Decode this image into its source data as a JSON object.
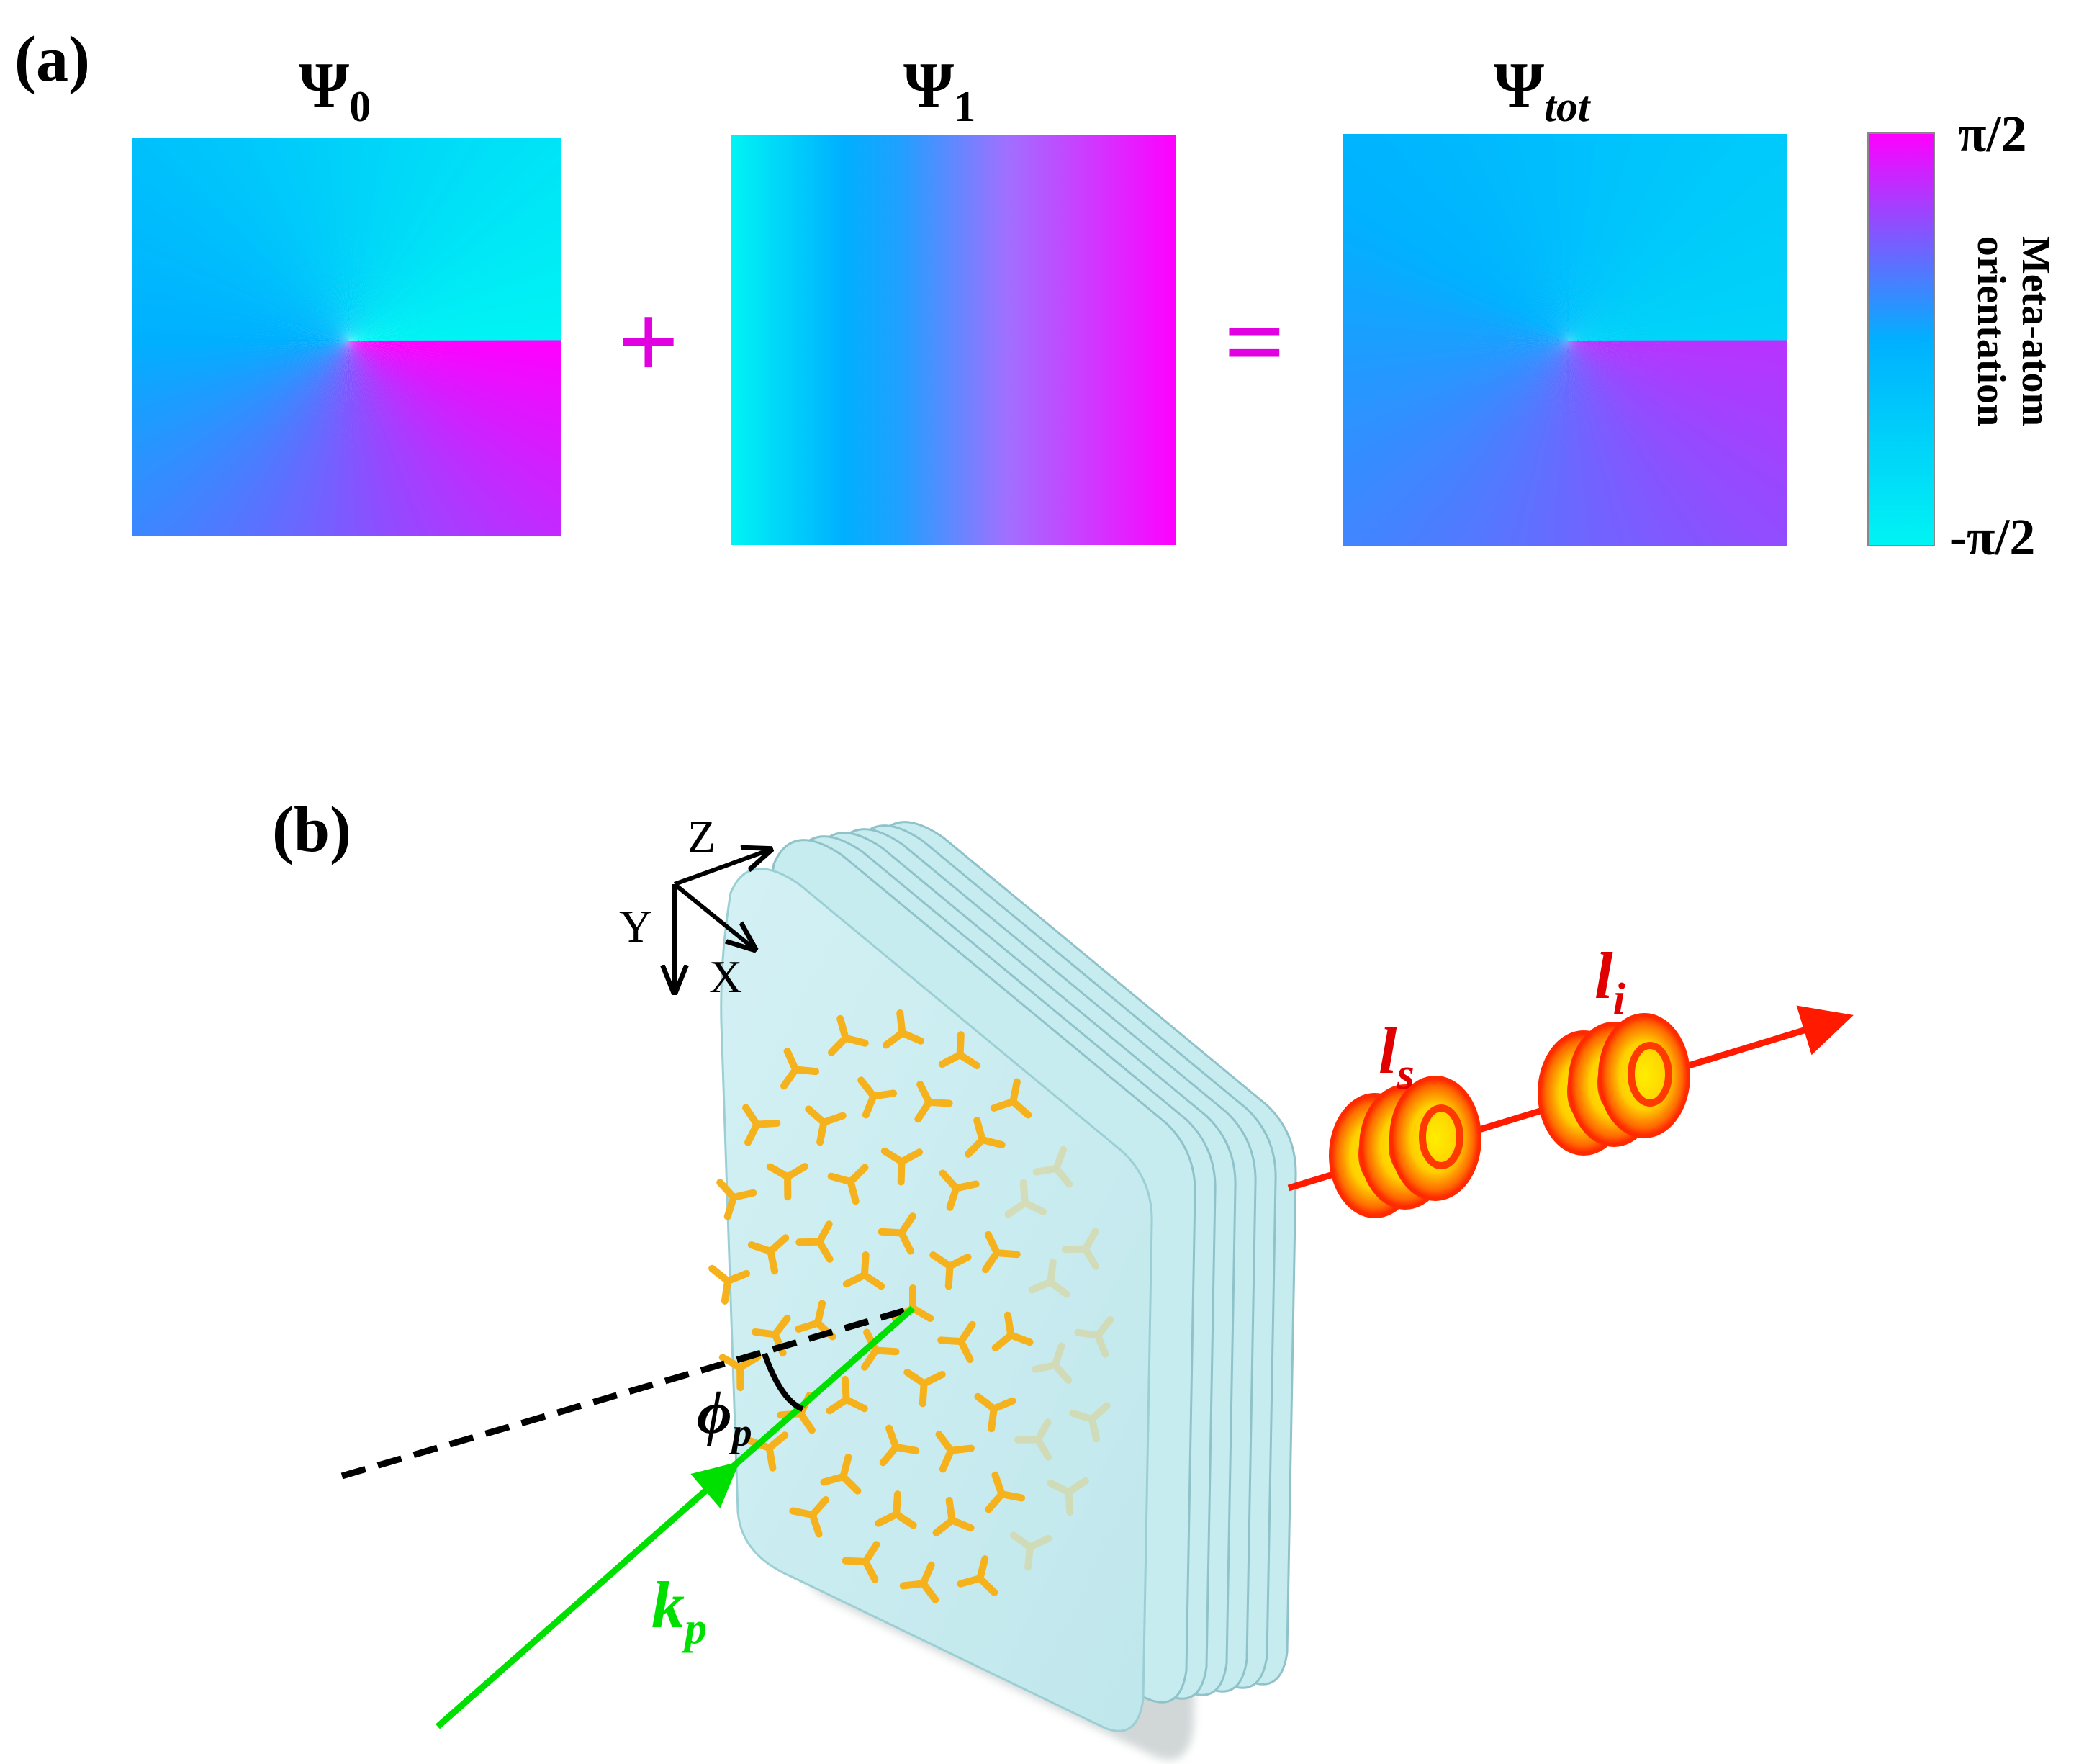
{
  "panel_a": {
    "label": "(a)",
    "maps": [
      {
        "symbol": "Ψ",
        "sub": "0",
        "sub_italic": false
      },
      {
        "symbol": "Ψ",
        "sub": "1",
        "sub_italic": false
      },
      {
        "symbol": "Ψ",
        "sub": "tot",
        "sub_italic": true
      }
    ],
    "plus": "+",
    "equals": "=",
    "colorbar": {
      "max_label": "π/2",
      "min_label": "-π/2",
      "title_line1": "Meta-atom",
      "title_line2": "orientation",
      "color_min": "#00f4f4",
      "color_mid": "#00b0ff",
      "color_max": "#ff00ff"
    },
    "operator_color": "#e000e0"
  },
  "panel_b": {
    "label": "(b)",
    "axes": {
      "z": "Z",
      "y": "Y",
      "x": "X"
    },
    "pump_wavevector": {
      "main": "k",
      "sub": "p",
      "color": "#00e000"
    },
    "angle": {
      "main": "ϕ",
      "sub": "p"
    },
    "signal": {
      "main": "l",
      "sub": "s",
      "color": "#e00000"
    },
    "idler": {
      "main": "l",
      "sub": "i",
      "color": "#e00000"
    },
    "plate_color": "#c6ecf0",
    "meta_atom_color": "#f6b21c",
    "beam_color": "#ff1a00",
    "layers": 6
  }
}
